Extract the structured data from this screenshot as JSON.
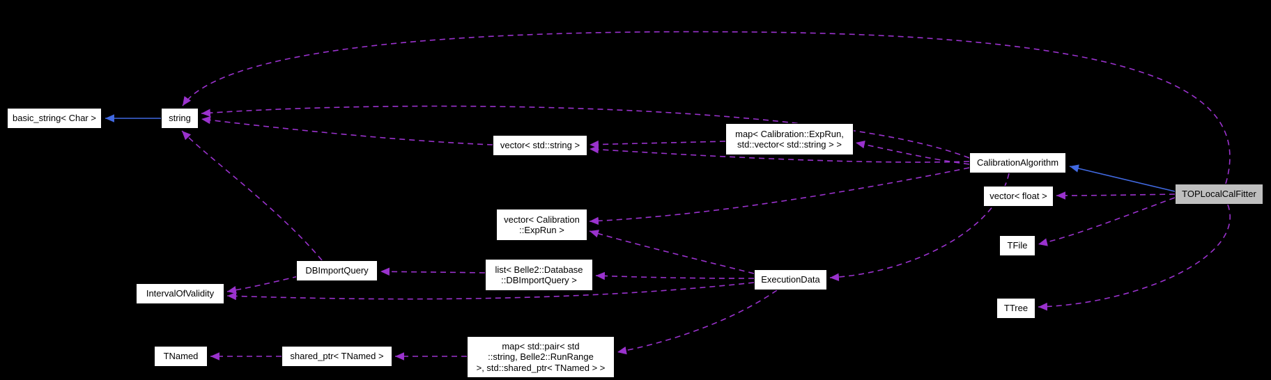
{
  "diagram": {
    "title": "TOPLocalCalFitter collaboration diagram",
    "background_color": "#000000",
    "node_fill_color": "#ffffff",
    "current_node_fill_color": "#bfbfbf",
    "uses_edge_color": "#9a32cd",
    "inheritance_edge_color": "#4169e1",
    "nodes": {
      "basic_string": {
        "label": "basic_string< Char >",
        "current": false
      },
      "string": {
        "label": "string",
        "current": false
      },
      "vector_string": {
        "label": "vector< std::string >",
        "current": false
      },
      "map_exprun_vecstring": {
        "label": "map< Calibration::ExpRun,\nstd::vector< std::string > >",
        "current": false
      },
      "calibration_algorithm": {
        "label": "CalibrationAlgorithm",
        "current": false
      },
      "top_local_cal_fitter": {
        "label": "TOPLocalCalFitter",
        "current": true
      },
      "vector_float": {
        "label": "vector< float >",
        "current": false
      },
      "vector_exprun": {
        "label": "vector< Calibration\n::ExpRun >",
        "current": false
      },
      "tfile": {
        "label": "TFile",
        "current": false
      },
      "db_import_query": {
        "label": "DBImportQuery",
        "current": false
      },
      "list_db_import_query": {
        "label": "list< Belle2::Database\n::DBImportQuery >",
        "current": false
      },
      "execution_data": {
        "label": "ExecutionData",
        "current": false
      },
      "interval_of_validity": {
        "label": "IntervalOfValidity",
        "current": false
      },
      "ttree": {
        "label": "TTree",
        "current": false
      },
      "tnamed": {
        "label": "TNamed",
        "current": false
      },
      "shared_ptr_tnamed": {
        "label": "shared_ptr< TNamed >",
        "current": false
      },
      "map_pair_string_runrange": {
        "label": "map< std::pair< std\n::string, Belle2::RunRange\n >, std::shared_ptr< TNamed > >",
        "current": false
      }
    },
    "relations": [
      {
        "from": "string",
        "to": "basic_string",
        "type": "inheritance"
      },
      {
        "from": "top_local_cal_fitter",
        "to": "calibration_algorithm",
        "type": "inheritance"
      },
      {
        "from": "vector_string",
        "to": "string",
        "type": "uses"
      },
      {
        "from": "calibration_algorithm",
        "to": "string",
        "type": "uses"
      },
      {
        "from": "top_local_cal_fitter",
        "to": "string",
        "type": "uses"
      },
      {
        "from": "db_import_query",
        "to": "string",
        "type": "uses"
      },
      {
        "from": "map_exprun_vecstring",
        "to": "vector_string",
        "type": "uses"
      },
      {
        "from": "calibration_algorithm",
        "to": "vector_string",
        "type": "uses"
      },
      {
        "from": "calibration_algorithm",
        "to": "map_exprun_vecstring",
        "type": "uses"
      },
      {
        "from": "calibration_algorithm",
        "to": "vector_exprun",
        "type": "uses"
      },
      {
        "from": "execution_data",
        "to": "vector_exprun",
        "type": "uses"
      },
      {
        "from": "calibration_algorithm",
        "to": "execution_data",
        "type": "uses"
      },
      {
        "from": "execution_data",
        "to": "list_db_import_query",
        "type": "uses"
      },
      {
        "from": "list_db_import_query",
        "to": "db_import_query",
        "type": "uses"
      },
      {
        "from": "db_import_query",
        "to": "interval_of_validity",
        "type": "uses"
      },
      {
        "from": "execution_data",
        "to": "interval_of_validity",
        "type": "uses"
      },
      {
        "from": "shared_ptr_tnamed",
        "to": "tnamed",
        "type": "uses"
      },
      {
        "from": "map_pair_string_runrange",
        "to": "shared_ptr_tnamed",
        "type": "uses"
      },
      {
        "from": "execution_data",
        "to": "map_pair_string_runrange",
        "type": "uses"
      },
      {
        "from": "top_local_cal_fitter",
        "to": "tfile",
        "type": "uses"
      },
      {
        "from": "top_local_cal_fitter",
        "to": "ttree",
        "type": "uses"
      },
      {
        "from": "top_local_cal_fitter",
        "to": "vector_float",
        "type": "uses"
      }
    ]
  }
}
